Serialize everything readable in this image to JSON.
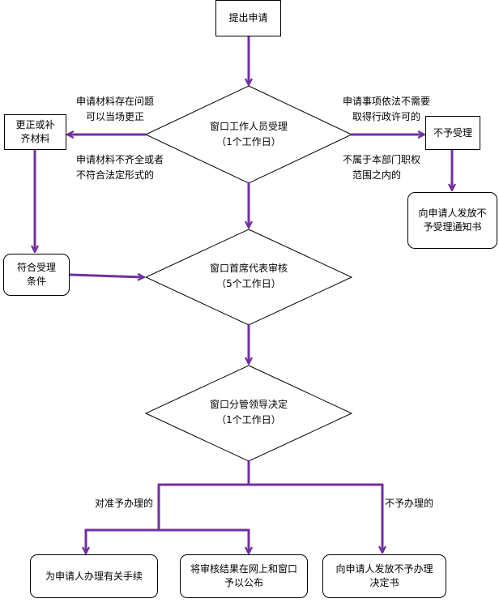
{
  "colors": {
    "connector": "#7030A0",
    "outline": "#000000",
    "background": "#ffffff"
  },
  "nodes": {
    "start": "提出申请",
    "reception": {
      "title": "窗口工作人员受理",
      "duration": "（1个工作日）"
    },
    "correction": {
      "line1": "更正或补",
      "line2": "齐材料"
    },
    "reject": "不予受理",
    "reject_notice": {
      "line1": "向申请人发放不",
      "line2": "予受理通知书"
    },
    "eligible": {
      "line1": "符合受理",
      "line2": "条件"
    },
    "review": {
      "title": "窗口首席代表审核",
      "duration": "（5个工作日）"
    },
    "decision": {
      "title": "窗口分管领导决定",
      "duration": "（1个工作日）"
    },
    "handle": "为申请人办理有关手续",
    "publish": {
      "line1": "将审核结果在网上和窗口",
      "line2": "予以公布"
    },
    "deny_notice": {
      "line1": "向申请人发放不予办理",
      "line2": "决定书"
    }
  },
  "labels": {
    "fix_on_site": {
      "line1": "申请材料存在问题",
      "line2": "可以当场更正"
    },
    "incomplete": {
      "line1": "申请材料不齐全或者",
      "line2": "不符合法定形式的"
    },
    "no_permit_needed": {
      "line1": "申请事项依法不需要",
      "line2": "取得行政许可的"
    },
    "out_of_scope": {
      "line1": "不属于本部门职权",
      "line2": "范围之内的"
    },
    "approve": "对准予办理的",
    "deny": "不予办理的"
  }
}
